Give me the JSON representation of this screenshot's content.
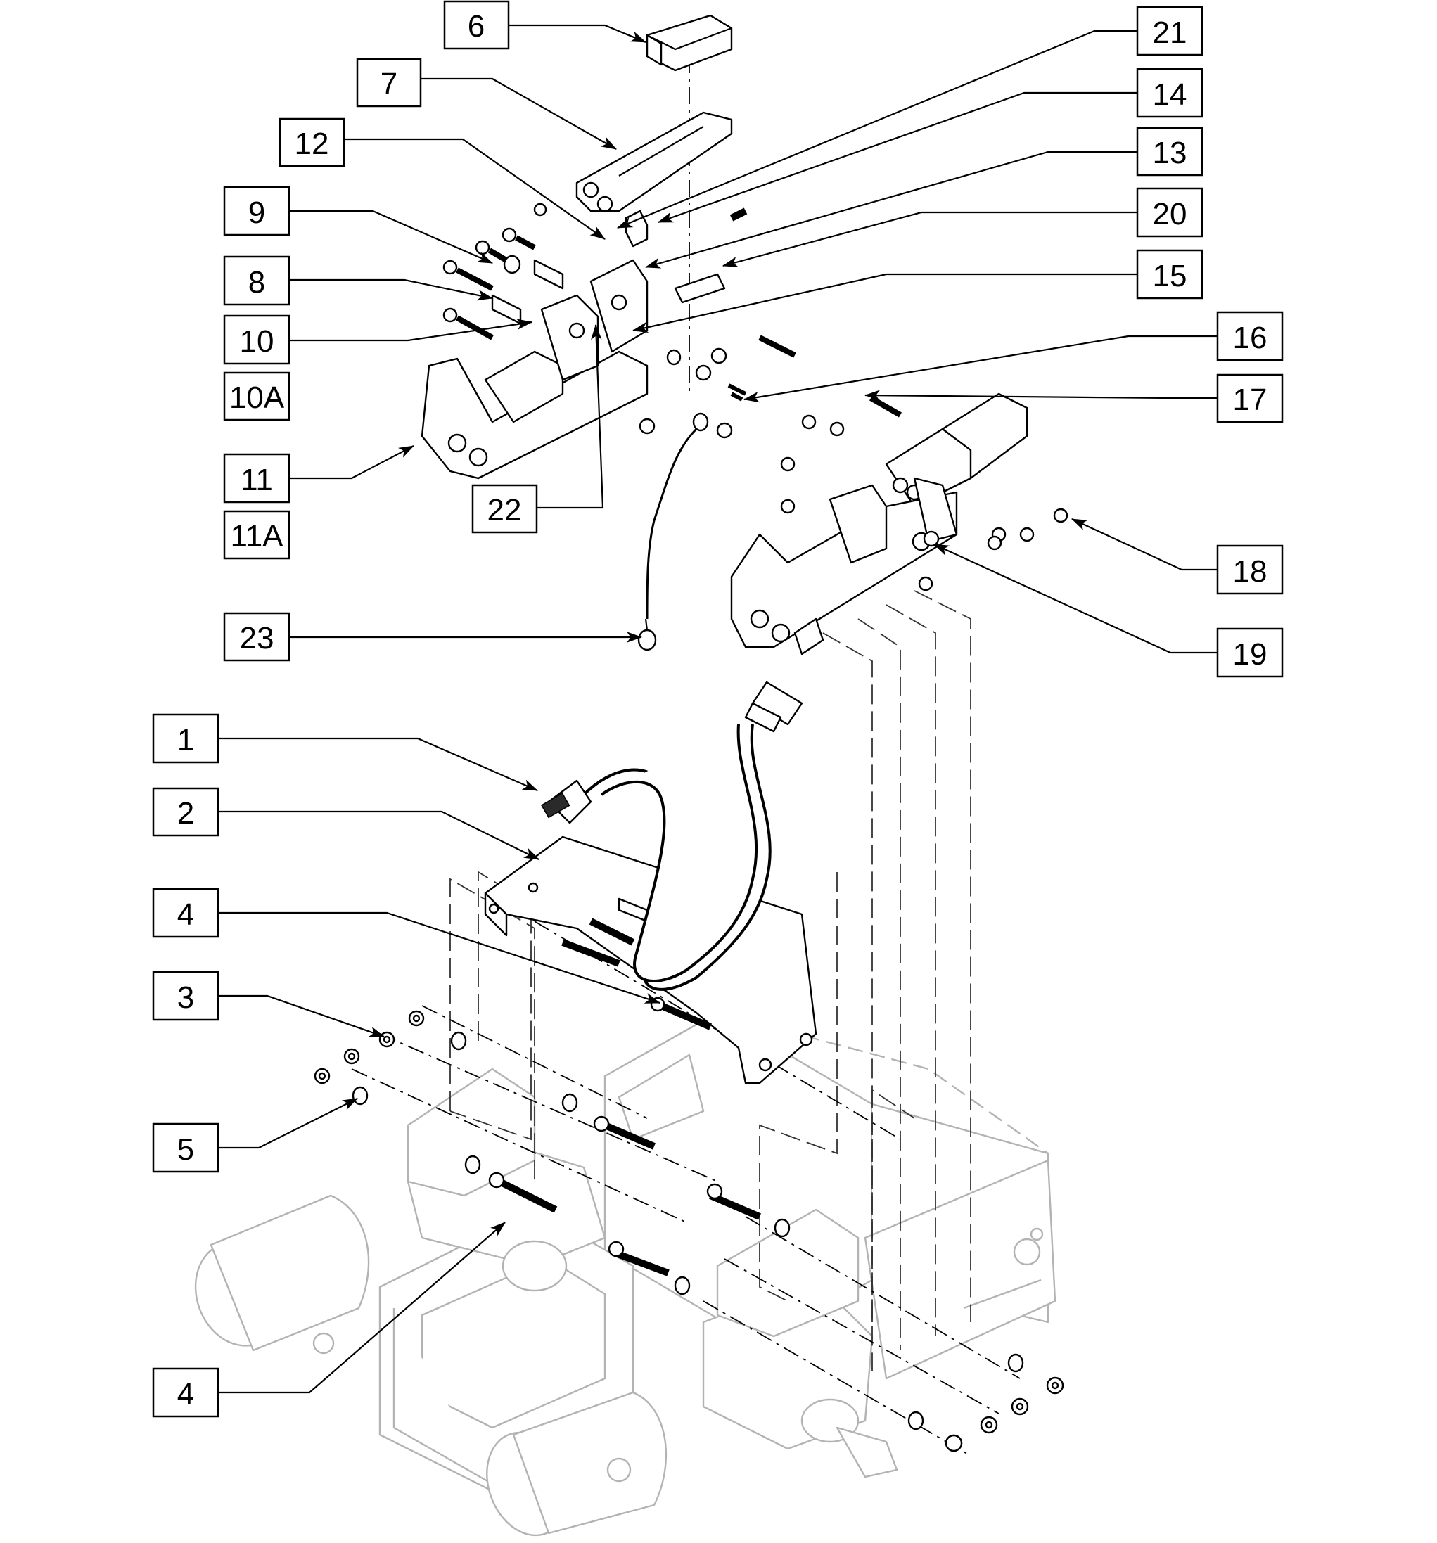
{
  "diagram": {
    "callouts": [
      {
        "id": "c6",
        "label": "6"
      },
      {
        "id": "c7",
        "label": "7"
      },
      {
        "id": "c12",
        "label": "12"
      },
      {
        "id": "c9",
        "label": "9"
      },
      {
        "id": "c8",
        "label": "8"
      },
      {
        "id": "c10",
        "label": "10"
      },
      {
        "id": "c10a",
        "label": "10A"
      },
      {
        "id": "c11",
        "label": "11"
      },
      {
        "id": "c11a",
        "label": "11A"
      },
      {
        "id": "c22",
        "label": "22"
      },
      {
        "id": "c23",
        "label": "23"
      },
      {
        "id": "c21",
        "label": "21"
      },
      {
        "id": "c14",
        "label": "14"
      },
      {
        "id": "c13",
        "label": "13"
      },
      {
        "id": "c20",
        "label": "20"
      },
      {
        "id": "c15",
        "label": "15"
      },
      {
        "id": "c16",
        "label": "16"
      },
      {
        "id": "c17",
        "label": "17"
      },
      {
        "id": "c18",
        "label": "18"
      },
      {
        "id": "c19",
        "label": "19"
      },
      {
        "id": "c1",
        "label": "1"
      },
      {
        "id": "c2",
        "label": "2"
      },
      {
        "id": "c4a",
        "label": "4"
      },
      {
        "id": "c3",
        "label": "3"
      },
      {
        "id": "c5",
        "label": "5"
      },
      {
        "id": "c4b",
        "label": "4"
      }
    ]
  }
}
